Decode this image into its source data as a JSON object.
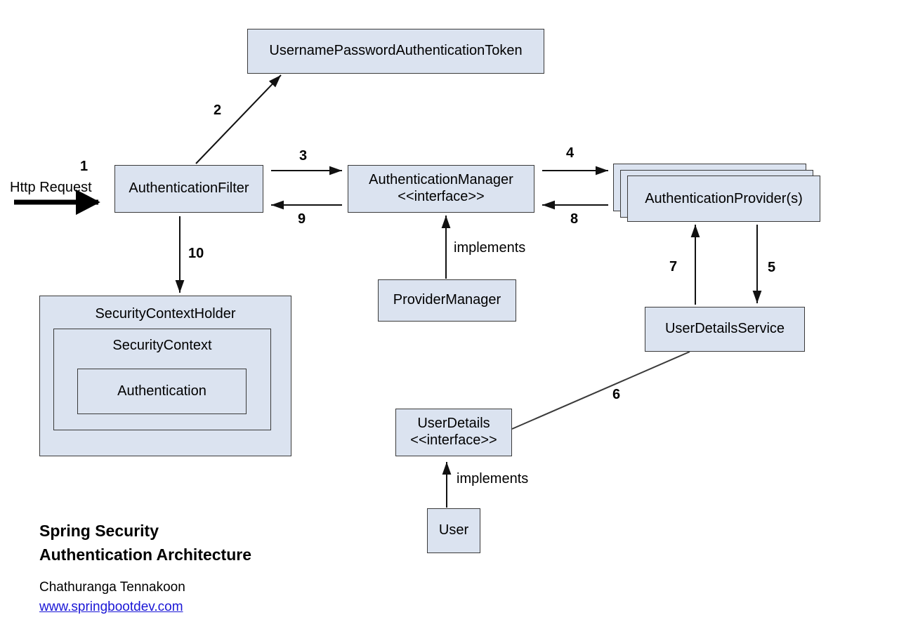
{
  "diagram": {
    "title_line1": "Spring Security",
    "title_line2": "Authentication Architecture",
    "author": "Chathuranga Tennakoon",
    "url": "www.springbootdev.com",
    "box_fill": "#dbe3f0",
    "box_border": "#3a3a3a",
    "link_color": "#1a16d6"
  },
  "nodes": {
    "token": {
      "label": "UsernamePasswordAuthenticationToken"
    },
    "filter": {
      "label": "AuthenticationFilter"
    },
    "manager": {
      "label_line1": "AuthenticationManager",
      "label_line2": "<<interface>>"
    },
    "provider": {
      "label": "AuthenticationProvider(s)"
    },
    "provider_manager": {
      "label": "ProviderManager"
    },
    "user_details_service": {
      "label": "UserDetailsService"
    },
    "user_details": {
      "label_line1": "UserDetails",
      "label_line2": "<<interface>>"
    },
    "user": {
      "label": "User"
    },
    "security_context_holder": {
      "label": "SecurityContextHolder"
    },
    "security_context": {
      "label": "SecurityContext"
    },
    "authentication": {
      "label": "Authentication"
    }
  },
  "labels": {
    "http_request": "Http Request",
    "implements_manager": "implements",
    "implements_userdetails": "implements"
  },
  "steps": {
    "s1": "1",
    "s2": "2",
    "s3": "3",
    "s4": "4",
    "s5": "5",
    "s6": "6",
    "s7": "7",
    "s8": "8",
    "s9": "9",
    "s10": "10"
  }
}
